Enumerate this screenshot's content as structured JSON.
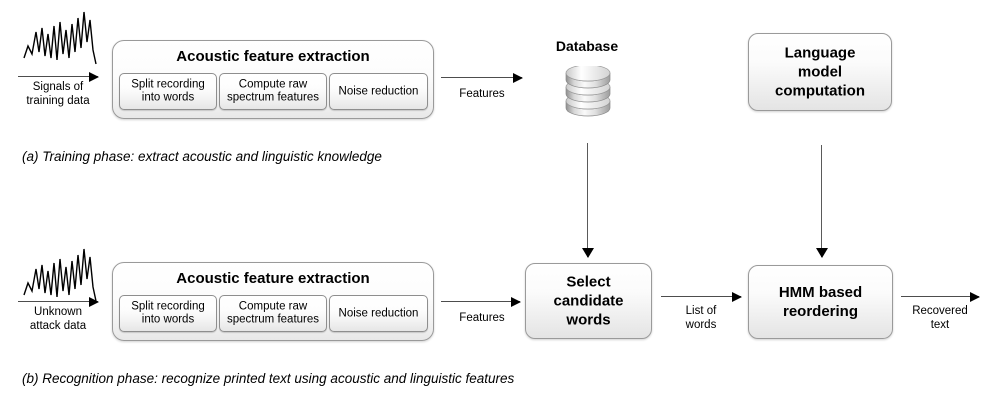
{
  "diagram": {
    "title_a": "(a) Training phase: extract acoustic and linguistic knowledge",
    "title_b": "(b) Recognition phase: recognize printed text using acoustic and linguistic features",
    "colors": {
      "stroke": "#9a9a9a",
      "arrow": "#000000",
      "text": "#000000",
      "box_fill_top": "#ffffff",
      "box_fill_bottom": "#e4e4e4"
    }
  },
  "training": {
    "input_icon": "waveform-icon",
    "input_label": "Signals of\ntraining data",
    "acoustic_box": {
      "title": "Acoustic feature extraction",
      "steps": [
        {
          "label": "Split recording\ninto words"
        },
        {
          "label": "Compute raw\nspectrum features"
        },
        {
          "label": "Noise reduction"
        }
      ]
    },
    "features_arrow_label": "Features",
    "database": {
      "title": "Database",
      "icon": "database-cylinder-icon"
    },
    "language_model_box": {
      "label": "Language\nmodel\ncomputation"
    }
  },
  "recognition": {
    "input_icon": "waveform-icon",
    "input_label": "Unknown\nattack data",
    "acoustic_box": {
      "title": "Acoustic feature extraction",
      "steps": [
        {
          "label": "Split recording\ninto words"
        },
        {
          "label": "Compute raw\nspectrum features"
        },
        {
          "label": "Noise reduction"
        }
      ]
    },
    "features_arrow_label": "Features",
    "select_box": {
      "label": "Select\ncandidate\nwords"
    },
    "list_arrow_label": "List of\nwords",
    "hmm_box": {
      "label": "HMM based\nreordering"
    },
    "output_arrow_label": "Recovered\ntext"
  }
}
